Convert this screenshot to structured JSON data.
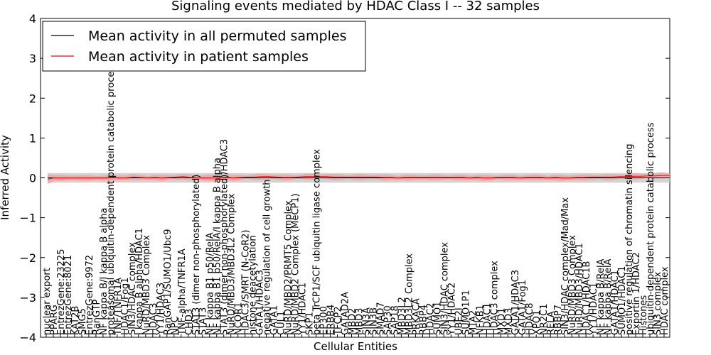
{
  "chart_data": {
    "type": "line",
    "title": "Signaling events mediated by HDAC Class I -- 32 samples",
    "xlabel": "Cellular Entities",
    "ylabel": "Inferred Activity",
    "ylim": [
      -4,
      4
    ],
    "yticks": [
      "−4",
      "−3",
      "−2",
      "−1",
      "0",
      "1",
      "2",
      "3",
      "4"
    ],
    "grid": false,
    "legend_position": "top-left",
    "colors": {
      "permuted": "#000000",
      "patient": "#ff0000",
      "patient_band": "#f4a3a3",
      "permuted_band": "#c8c8c8"
    },
    "series": [
      {
        "name": "Mean activity in all permuted samples",
        "values": [
          0,
          0,
          0,
          0,
          0,
          0,
          0,
          0,
          0,
          0,
          0,
          0,
          0,
          0,
          0,
          0,
          0,
          0,
          0,
          0,
          0,
          0,
          0,
          0,
          0,
          0,
          0,
          0,
          0,
          0,
          0,
          0,
          0,
          0,
          0,
          0,
          0,
          0,
          0,
          0,
          0,
          0,
          0,
          0,
          0,
          0,
          0,
          0,
          0,
          0,
          0,
          0,
          0,
          0,
          0,
          0,
          0,
          0,
          0,
          0,
          0,
          0,
          0,
          0,
          0,
          0,
          0,
          0,
          0,
          0,
          0,
          0,
          0,
          0,
          0,
          0,
          0,
          0,
          0,
          0,
          0,
          0,
          0,
          0,
          0,
          0,
          0,
          0
        ]
      },
      {
        "name": "Mean activity in patient samples",
        "values": [
          -0.03,
          0,
          0,
          0,
          0,
          0,
          0,
          0,
          0,
          0.01,
          0,
          0,
          0.02,
          0.01,
          0,
          0.01,
          0,
          0.01,
          0.02,
          0.03,
          0.01,
          0,
          0,
          0,
          0,
          0.01,
          0,
          0.01,
          0.02,
          0.02,
          0.03,
          0.03,
          0.02,
          0.01,
          0.01,
          0.02,
          0.03,
          0.03,
          0.03,
          0.03,
          0.02,
          0.02,
          0.02,
          0.02,
          0.02,
          0.02,
          0.02,
          0.01,
          0.01,
          0,
          0.01,
          0.01,
          0.01,
          0.01,
          0.01,
          0.01,
          0.01,
          0.01,
          0.01,
          0,
          0.01,
          0,
          0,
          0.01,
          0.01,
          0.01,
          0,
          0.01,
          0.01,
          0.01,
          0,
          0.01,
          0,
          0,
          0.01,
          0.01,
          0.02,
          0.02,
          0.02,
          0.02,
          0.03,
          0.03,
          0.04,
          0.04,
          0.05,
          0.05,
          0.06,
          0.06
        ]
      }
    ],
    "categories": [
      "nuclear export",
      "PPARG",
      "EntrezGene:23225",
      "EntrezGene:8021",
      "KAT2B",
      "SMG5",
      "EntrezGene:9972",
      "RanGTP",
      "NF kappa B/I kappa B alpha",
      "proteasomal ubiquitin-dependent protein catabolic process",
      "TNF/TNFR1A",
      "HDAC1/Fog1",
      "SIN3/HDAC complex",
      "I kappa B alpha/HDAC1",
      "NuRD/MBD3 Complex",
      "HDAC3",
      "YY1/HDAC3",
      "RanGAP1/SUMO1/Ubc9",
      "NPC",
      "TNF-alpha/TNFR1A",
      "CHD3",
      "STAT3 (dimer non-phosphorylated)",
      "STAT3",
      "NF kappa B1 p50/RelA",
      "NF kappa B1 p50/RelA/I kappa B alpha",
      "STAT3 (dimer non-phosphorylated)/HDAC3",
      "NuRD/MBD3/MBD3L2 Complex",
      "NCOR1",
      "HDAC3/SMRT (N-CoR2)",
      "histone deacetylation",
      "GATA1/HDAC3",
      "negative regulation of cell growth",
      "GATA1",
      "CUL1",
      "NuRD/MBD2/PRMT5 Complex",
      "NuRD/MBD2 Complex (MeCP1)",
      "YY1/HDAC1",
      "SKP1",
      "beta TrCP1/SCF ubiquitin ligase complex",
      "EP300",
      "ERBB4",
      "TFCP2",
      "GATAD2A",
      "MBD2",
      "MBD3",
      "SIN3A",
      "SIN3B",
      "SMAD7",
      "SAP30",
      "SAP18",
      "MBD3L2",
      "MBD3L2 Complex",
      "PRKACA",
      "RBBP4",
      "HDAC2",
      "SUMO1",
      "SIN3/HDAC complex",
      "YY1/HDAC2",
      "UBE2I",
      "SUMO1P1",
      "MTA2",
      "NFKB1",
      "HDAC1",
      "HDAC3 complex",
      "MXD1",
      "MXD3",
      "GATA1/HDAC3",
      "GATA1/Fog1",
      "HDAC8",
      "XPO1",
      "NR2C1",
      "RELA",
      "RBBP7",
      "SIN3/HDAC complex/Mad/Max",
      "NuRD/MBD3 Complex",
      "NuRD/MBD3/HDAC1",
      "HDAC1/HDAC1B",
      "YY1/HDAC1",
      "NF kappa B/RelA",
      "NF kappa B/RelA",
      "GATA1/HDAC1",
      "SUMO1/HDAC1",
      "positive regulation of chromatin silencing",
      "Exportin 1/HDAC2",
      "Histones",
      "ubiquitin-dependent protein catabolic process",
      "SIN3 complex",
      "HDAC complex"
    ]
  }
}
